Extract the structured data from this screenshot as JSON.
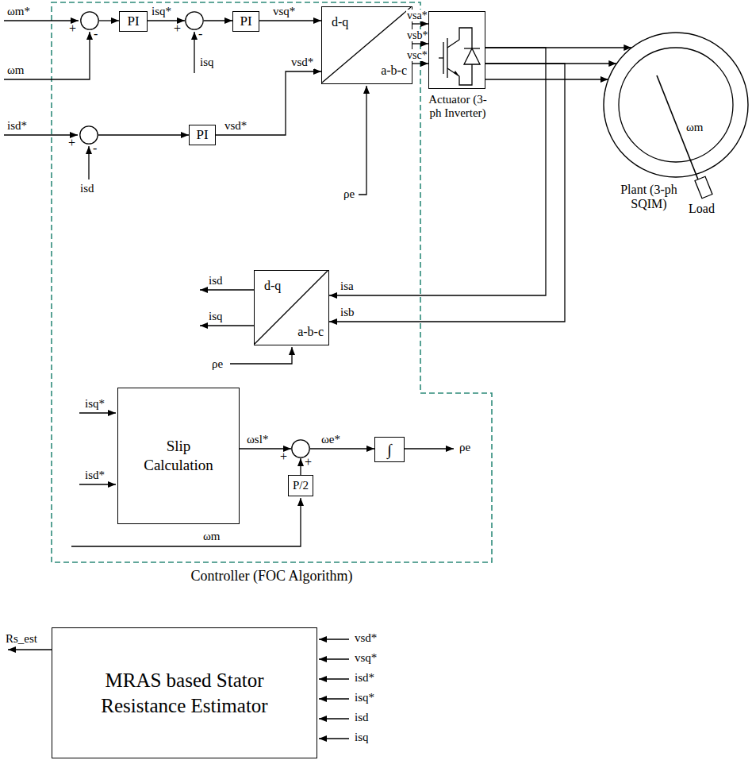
{
  "diagram": {
    "nodes": [
      {
        "text": [
          "Controller (FOC Algorithm)"
        ]
      },
      {
        "text": [
          "+",
          "-"
        ],
        "in": 0
      },
      {
        "text": [
          "PI"
        ],
        "in": 0
      },
      {
        "text": [
          "+",
          "-"
        ],
        "in": 0
      },
      {
        "text": [
          "PI"
        ],
        "in": 0
      },
      {
        "text": [
          "d-q",
          "a-b-c"
        ],
        "in": 0
      },
      {
        "text": [
          "+",
          "-"
        ],
        "in": 0
      },
      {
        "text": [
          "PI"
        ],
        "in": 0
      },
      {
        "text": [
          "d-q",
          "a-b-c"
        ],
        "in": 0
      },
      {
        "text": [
          "Slip Calculation"
        ],
        "in": 0
      },
      {
        "text": [
          "+",
          "+"
        ],
        "in": 0
      },
      {
        "text": [
          "P/2"
        ],
        "in": 0
      },
      {
        "text": [
          "∫"
        ],
        "in": 0
      },
      {
        "text": [
          "Actuator (3-ph Inverter)"
        ]
      },
      {
        "text": [
          "Plant (3-ph SQIM)"
        ]
      },
      {
        "text": [
          "Load"
        ]
      },
      {
        "text": [
          "MRAS based Stator Resistance Estimator"
        ]
      }
    ],
    "edges": [
      {
        "from": 1,
        "to": 2,
        "arrow": "to"
      },
      {
        "from": 2,
        "to": 3,
        "arrow": "to",
        "label": "isq*"
      },
      {
        "from": 3,
        "to": 4,
        "arrow": "to"
      },
      {
        "from": 4,
        "to": 5,
        "arrow": "to",
        "label": "vsq*"
      },
      {
        "from": 6,
        "to": 7,
        "arrow": "to"
      },
      {
        "from": 7,
        "to": 5,
        "arrow": "to",
        "label": "vsd*"
      },
      {
        "from": 5,
        "to": 13,
        "arrow": "to",
        "label": "vsa*"
      },
      {
        "from": 5,
        "to": 13,
        "arrow": "to",
        "label": "vsb*"
      },
      {
        "from": 5,
        "to": 13,
        "arrow": "to",
        "label": "vsc*"
      },
      {
        "from": 13,
        "to": 14,
        "arrow": "to"
      },
      {
        "from": 13,
        "to": 14,
        "arrow": "to"
      },
      {
        "from": 13,
        "to": 14,
        "arrow": "to"
      },
      {
        "from": 13,
        "to": 8,
        "arrow": "to",
        "label": "isa"
      },
      {
        "from": 13,
        "to": 8,
        "arrow": "to",
        "label": "isb"
      },
      {
        "from": 9,
        "to": 10,
        "arrow": "to",
        "label": "ωsl*"
      },
      {
        "from": 11,
        "to": 10,
        "arrow": "to"
      },
      {
        "from": 10,
        "to": 12,
        "arrow": "to",
        "label": "ωe*"
      }
    ],
    "labels": [
      "ωm*",
      "ωm",
      "isq",
      "isd*",
      "isd",
      "vsd*",
      "ρe",
      "isd",
      "isq",
      "ρe",
      "isq*",
      "isd*",
      "ωm",
      "ρe",
      "ωm",
      "vsd*",
      "vsq*",
      "isd*",
      "isq*",
      "isd",
      "isq",
      "Rs_est"
    ]
  }
}
